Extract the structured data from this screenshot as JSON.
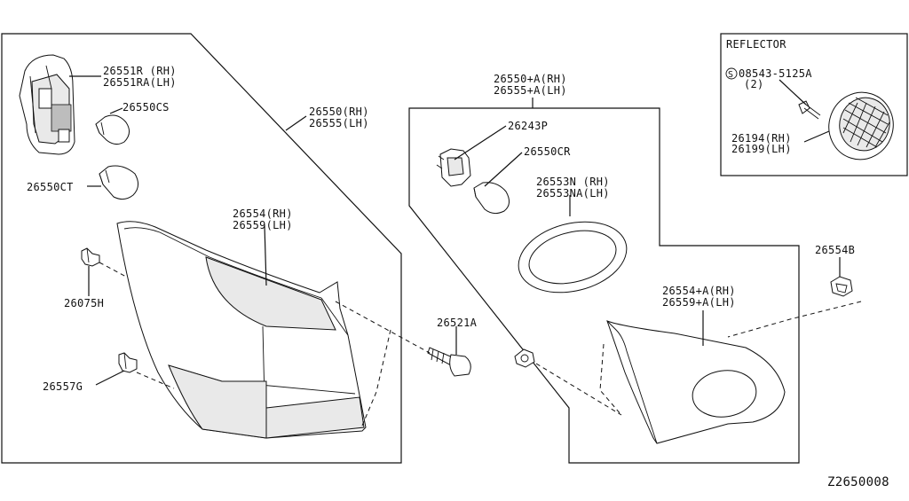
{
  "callouts": {
    "part_26551R": [
      "26551R (RH)",
      "26551RA(LH)"
    ],
    "part_26550CS": [
      "26550CS"
    ],
    "part_26550CT": [
      "26550CT"
    ],
    "part_26550": [
      "26550(RH)",
      "26555(LH)"
    ],
    "part_26554": [
      "26554(RH)",
      "26559(LH)"
    ],
    "part_26075H": [
      "26075H"
    ],
    "part_26557G": [
      "26557G"
    ],
    "part_26521A": [
      "26521A"
    ],
    "part_26550A": [
      "26550+A(RH)",
      "26555+A(LH)"
    ],
    "part_26243P": [
      "26243P"
    ],
    "part_26550CR": [
      "26550CR"
    ],
    "part_26553N": [
      "26553N (RH)",
      "26553NA(LH)"
    ],
    "part_26554A": [
      "26554+A(RH)",
      "26559+A(LH)"
    ],
    "part_26554B": [
      "26554B"
    ],
    "part_08543": [
      "08543-5125A",
      "(2)"
    ],
    "part_26194": [
      "26194(RH)",
      "26199(LH)"
    ]
  },
  "reflector_title": "REFLECTOR",
  "screw_symbol": "S",
  "diagram_code": "Z2650008"
}
